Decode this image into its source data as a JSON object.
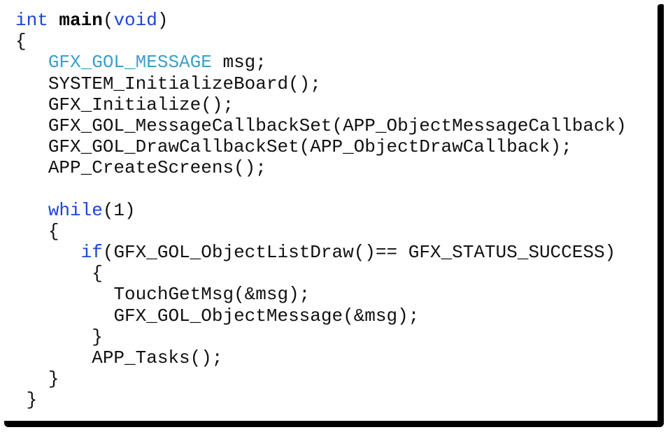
{
  "colors": {
    "keyword": "#1a45d6",
    "type": "#3aa0c8",
    "text": "#111111",
    "background": "#ffffff",
    "shadow": "#000000"
  },
  "code": {
    "language": "C",
    "lines": [
      {
        "indent": "",
        "tokens": [
          {
            "t": "int",
            "c": "kw"
          },
          {
            "t": " "
          },
          {
            "t": "main",
            "c": "bold"
          },
          {
            "t": "("
          },
          {
            "t": "void",
            "c": "kw"
          },
          {
            "t": ")"
          }
        ]
      },
      {
        "indent": "",
        "tokens": [
          {
            "t": "{"
          }
        ]
      },
      {
        "indent": "   ",
        "tokens": [
          {
            "t": "GFX_GOL_MESSAGE",
            "c": "type"
          },
          {
            "t": " msg;"
          }
        ]
      },
      {
        "indent": "   ",
        "tokens": [
          {
            "t": "SYSTEM_InitializeBoard();"
          }
        ]
      },
      {
        "indent": "   ",
        "tokens": [
          {
            "t": "GFX_Initialize();"
          }
        ]
      },
      {
        "indent": "   ",
        "tokens": [
          {
            "t": "GFX_GOL_MessageCallbackSet(APP_ObjectMessageCallback)"
          }
        ]
      },
      {
        "indent": "   ",
        "tokens": [
          {
            "t": "GFX_GOL_DrawCallbackSet(APP_ObjectDrawCallback);"
          }
        ]
      },
      {
        "indent": "   ",
        "tokens": [
          {
            "t": "APP_CreateScreens();"
          }
        ]
      },
      {
        "indent": "",
        "tokens": [
          {
            "t": ""
          }
        ]
      },
      {
        "indent": "   ",
        "tokens": [
          {
            "t": "while",
            "c": "kw"
          },
          {
            "t": "(1)"
          }
        ]
      },
      {
        "indent": "   ",
        "tokens": [
          {
            "t": "{"
          }
        ]
      },
      {
        "indent": "      ",
        "tokens": [
          {
            "t": "if",
            "c": "kw"
          },
          {
            "t": "(GFX_GOL_ObjectListDraw()== GFX_STATUS_SUCCESS)"
          }
        ]
      },
      {
        "indent": "       ",
        "tokens": [
          {
            "t": "{"
          }
        ]
      },
      {
        "indent": "         ",
        "tokens": [
          {
            "t": "TouchGetMsg(&msg);"
          }
        ]
      },
      {
        "indent": "         ",
        "tokens": [
          {
            "t": "GFX_GOL_ObjectMessage(&msg);"
          }
        ]
      },
      {
        "indent": "       ",
        "tokens": [
          {
            "t": "}"
          }
        ]
      },
      {
        "indent": "       ",
        "tokens": [
          {
            "t": "APP_Tasks();"
          }
        ]
      },
      {
        "indent": "   ",
        "tokens": [
          {
            "t": "}"
          }
        ]
      },
      {
        "indent": " ",
        "tokens": [
          {
            "t": "}"
          }
        ]
      }
    ]
  }
}
